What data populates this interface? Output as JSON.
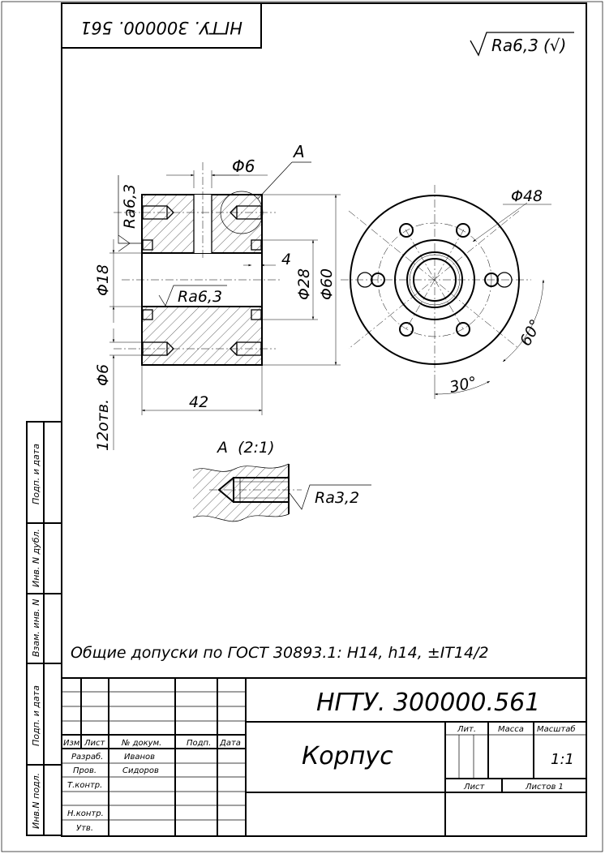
{
  "sheet": {
    "top_stamp": "НГТУ. 300000. 561",
    "roughness_general": "Ra6,3",
    "roughness_general_paren": "(√)"
  },
  "drawing": {
    "section_label": "A",
    "dim_hole_top": "Φ6",
    "dim_ra_left": "Ra6,3",
    "dim_d18": "Φ18",
    "dim_ra_bore": "Ra6,3",
    "dim_4": "4",
    "dim_d28": "Φ28",
    "dim_d60": "Φ60",
    "dim_d6": "Φ6",
    "dim_12holes": "12отв.",
    "dim_42": "42",
    "dim_d48": "Φ48",
    "dim_60deg": "60°",
    "dim_30deg": "30°",
    "detail_label": "A  (2:1)",
    "detail_ra": "Ra3,2"
  },
  "notes": {
    "tolerances": "Общие допуски по ГОСТ 30893.1: H14, h14, ±IT14/2"
  },
  "side_strip": {
    "podp_data_1": "Подп. и дата",
    "inv_dubl": "Инв. N дубл.",
    "vzam_inv": "Взам. инв. N",
    "podp_data_2": "Подп. и дата",
    "inv_podl": "Инв.N подл."
  },
  "title_block": {
    "designation": "НГТУ. 300000.561",
    "part_name": "Корпус",
    "col_izm": "Изм.",
    "col_list": "Лист",
    "col_doc": "№ докум.",
    "col_podp": "Подп.",
    "col_data": "Дата",
    "row_razrab": "Разраб.",
    "row_prov": "Пров.",
    "row_tkontr": "Т.контр.",
    "row_nkontr": "Н.контр.",
    "row_utv": "Утв.",
    "name_razrab": "Иванов",
    "name_prov": "Сидоров",
    "lit": "Лит.",
    "massa": "Масса",
    "masshtab": "Масштаб",
    "scale_value": "1:1",
    "list": "Лист",
    "listov": "Листов 1"
  }
}
